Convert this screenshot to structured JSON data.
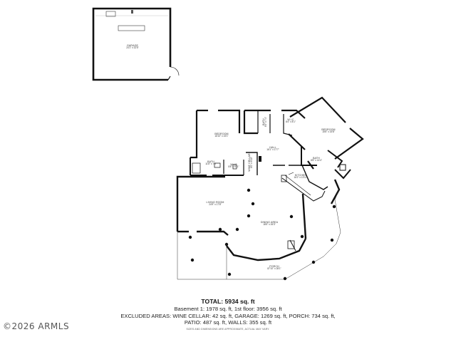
{
  "rooms": {
    "garage": {
      "name": "GARAGE",
      "dims": "24'1\" x 32'5\""
    },
    "bedroom_left": {
      "name": "BEDROOM",
      "dims": "16'10\" x 15'1\""
    },
    "bedroom_right": {
      "name": "BEDROOM",
      "dims": "15'6\" x 15'8\""
    },
    "wic_top": {
      "name": "W.I.C",
      "dims": "8'4\" x 8'1\""
    },
    "bath_top": {
      "name": "BATH",
      "dims": "8'4\" x 7'4\""
    },
    "hall": {
      "name": "HALL",
      "dims": "16'1\" x 17'7\""
    },
    "bath_right": {
      "name": "BATH",
      "dims": "8'8\" x 14'4\""
    },
    "bath_left": {
      "name": "BATH",
      "dims": "11'8\" x 7'8\""
    },
    "wic_left": {
      "name": "W.I.C",
      "dims": "5'8\" x 5'11\""
    },
    "wine_cellar": {
      "name": "WINE CELLAR",
      "dims": "6'0\" x 6'10\""
    },
    "kitchen": {
      "name": "KITCHEN",
      "dims": "16'2\" x 13'11\""
    },
    "living": {
      "name": "LIVING ROOM",
      "dims": "24'9\" x 17'8\""
    },
    "dining": {
      "name": "DINING AREA",
      "dims": "18'5\" x 26'3\""
    },
    "porch": {
      "name": "PORCH",
      "dims": "87'10\" x 28'1\""
    }
  },
  "totals": {
    "title": "TOTAL: 5934 sq. ft",
    "line1": "Basement 1: 1978 sq. ft, 1st floor: 3956 sq. ft",
    "line2": "EXCLUDED AREAS: WINE CELLAR: 42 sq. ft, GARAGE: 1269 sq. ft, PORCH: 734 sq. ft,",
    "line3": "PATIO: 487 sq. ft, WALLS: 355 sq. ft",
    "note": "SIZES AND DIMENSIONS ARE APPROXIMATE, ACTUAL MAY VARY."
  },
  "watermark": "©2026 ARMLS"
}
